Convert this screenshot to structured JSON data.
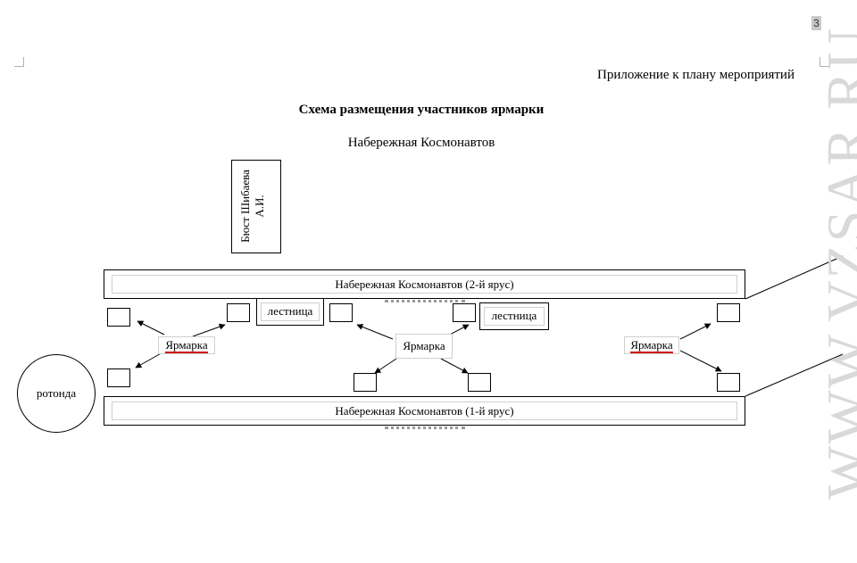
{
  "page_number": "3",
  "header": {
    "appendix": "Приложение к плану  мероприятий",
    "title": "Схема размещения участников ярмарки",
    "subtitle": "Набережная Космонавтов"
  },
  "bust": "Бюст Шибаева А.И.",
  "tiers": {
    "upper": "Набережная Космонавтов (2-й ярус)",
    "lower": "Набережная Космонавтов (1-й ярус)"
  },
  "stairs_label": "лестница",
  "fair_label": "Ярмарка",
  "rotunda": "ротонда",
  "watermark": "WWW.VZSAR.RU"
}
